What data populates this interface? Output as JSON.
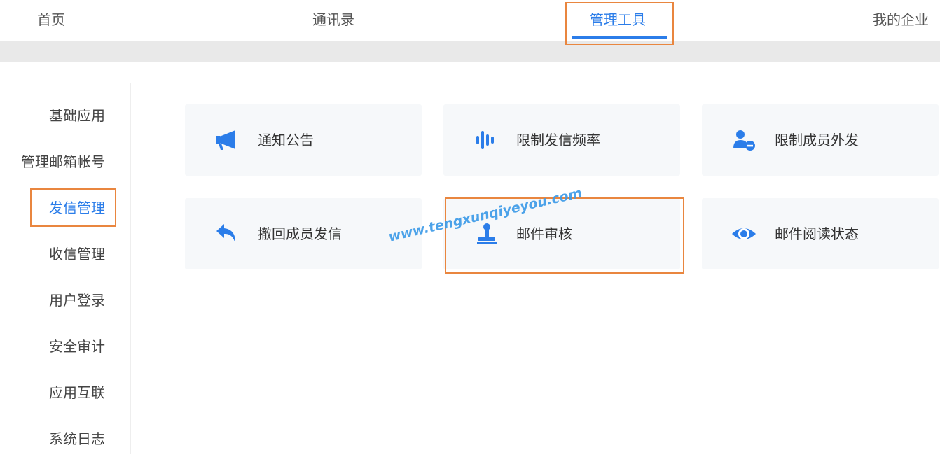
{
  "topnav": {
    "items": [
      {
        "label": "首页"
      },
      {
        "label": "通讯录"
      },
      {
        "label": "管理工具"
      },
      {
        "label": "我的企业"
      }
    ]
  },
  "sidebar": {
    "items": [
      {
        "label": "基础应用"
      },
      {
        "label": "管理邮箱帐号"
      },
      {
        "label": "发信管理"
      },
      {
        "label": "收信管理"
      },
      {
        "label": "用户登录"
      },
      {
        "label": "安全审计"
      },
      {
        "label": "应用互联"
      },
      {
        "label": "系统日志"
      }
    ]
  },
  "cards": [
    {
      "label": "通知公告",
      "icon": "megaphone-icon"
    },
    {
      "label": "限制发信频率",
      "icon": "audio-bars-icon"
    },
    {
      "label": "限制成员外发",
      "icon": "user-minus-icon"
    },
    {
      "label": "撤回成员发信",
      "icon": "undo-arrow-icon"
    },
    {
      "label": "邮件审核",
      "icon": "stamp-icon"
    },
    {
      "label": "邮件阅读状态",
      "icon": "eye-icon"
    }
  ],
  "watermark": "www.tengxunqiyeyou.com",
  "colors": {
    "accent": "#2b7de9",
    "highlight": "#e9863f",
    "card_bg": "#f6f8fa"
  }
}
